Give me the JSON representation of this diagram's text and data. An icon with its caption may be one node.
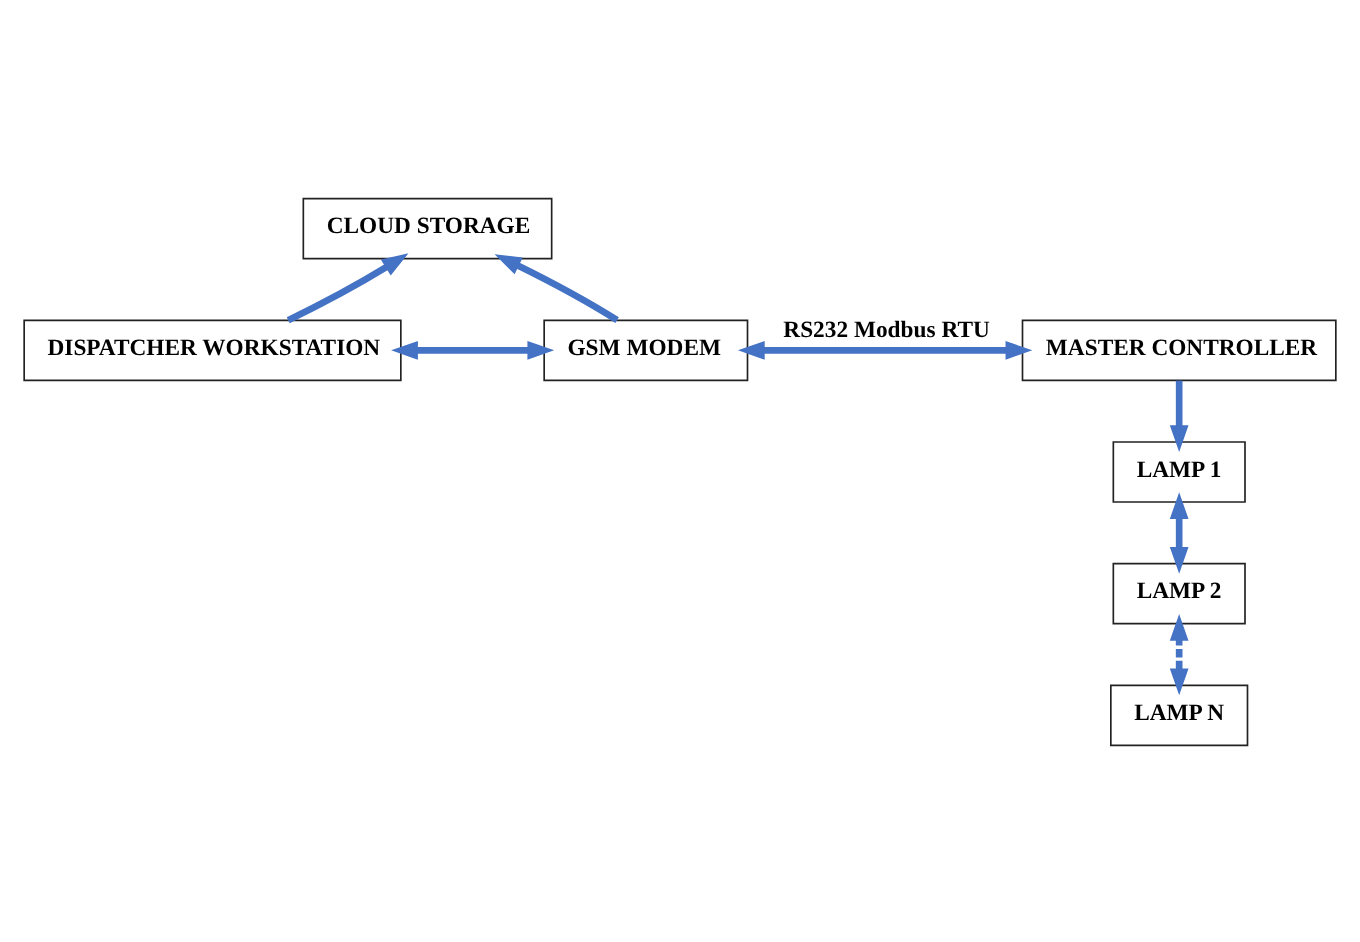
{
  "diagram": {
    "nodes": [
      {
        "text": [
          "DISPATCHER WORKSTATION"
        ]
      },
      {
        "text": [
          "CLOUD STORAGE"
        ]
      },
      {
        "text": [
          "GSM MODEM"
        ]
      },
      {
        "text": [
          "MASTER CONTROLLER"
        ]
      },
      {
        "text": [
          "LAMP 1"
        ]
      },
      {
        "text": [
          "LAMP 2"
        ]
      },
      {
        "text": [
          "LAMP N"
        ]
      }
    ],
    "edges": [
      {
        "from": 0,
        "to": 2,
        "arrow": "both"
      },
      {
        "from": 0,
        "to": 1,
        "arrow": "to"
      },
      {
        "from": 2,
        "to": 1,
        "arrow": "to"
      },
      {
        "from": 2,
        "to": 3,
        "arrow": "both",
        "label": "RS232 Modbus RTU"
      },
      {
        "from": 3,
        "to": 4,
        "arrow": "to"
      },
      {
        "from": 4,
        "to": 5,
        "arrow": "both"
      },
      {
        "from": 5,
        "to": 6,
        "arrow": "both",
        "style": "dashed"
      }
    ]
  }
}
